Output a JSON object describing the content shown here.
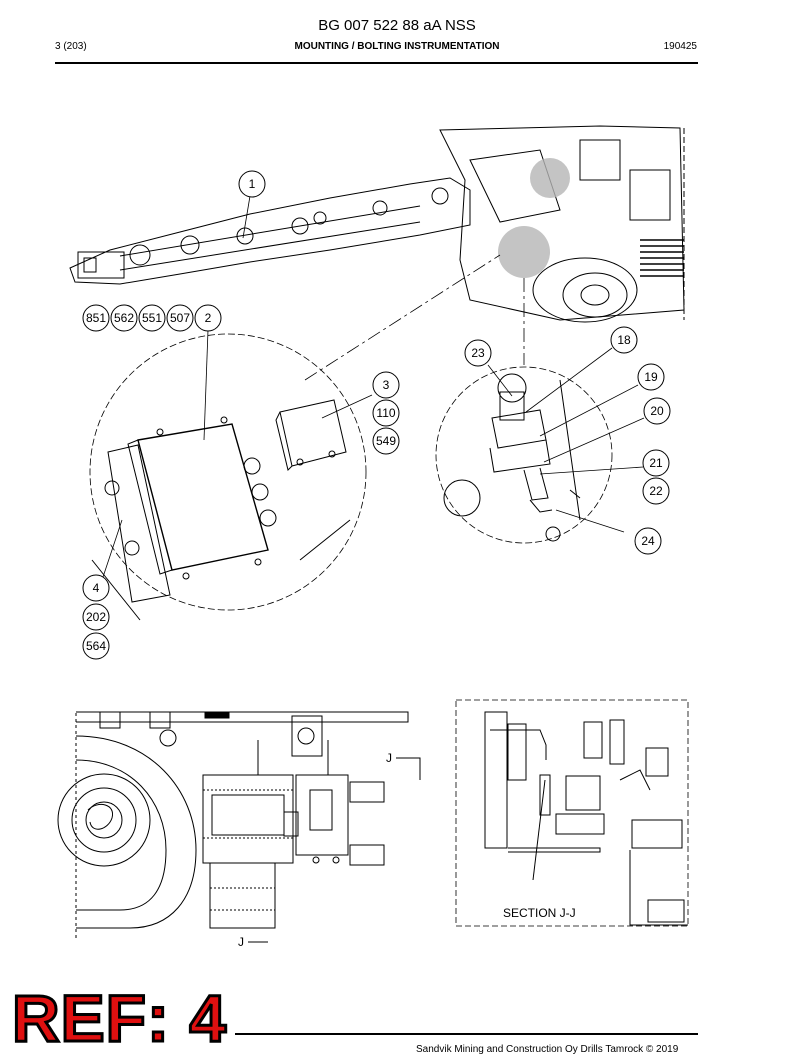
{
  "header": {
    "title": "BG 007 522 88 aA NSS",
    "page": "3 (203)",
    "section": "MOUNTING / BOLTING INSTRUMENTATION",
    "date": "190425"
  },
  "callouts": {
    "c1": "1",
    "c851": "851",
    "c562": "562",
    "c551": "551",
    "c507": "507",
    "c2": "2",
    "c3": "3",
    "c110": "110",
    "c549": "549",
    "c4": "4",
    "c202": "202",
    "c564": "564",
    "c23": "23",
    "c18": "18",
    "c19": "19",
    "c20": "20",
    "c21": "21",
    "c22": "22",
    "c24": "24"
  },
  "section_labels": {
    "j_top": "J",
    "j_bottom": "J",
    "section": "SECTION J-J"
  },
  "stamp": "REF: 4",
  "footer": {
    "copyright": "Sandvik Mining and Construction Oy Drills Tamrock © 2019"
  }
}
